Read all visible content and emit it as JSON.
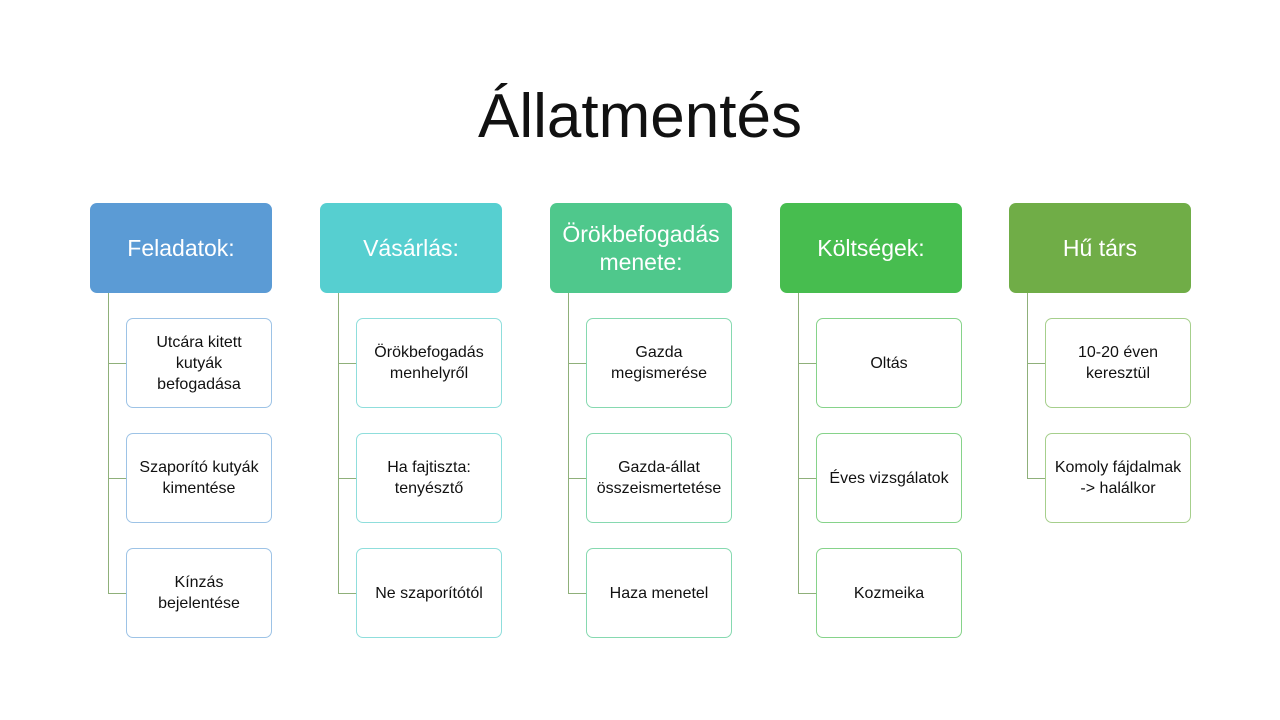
{
  "title": "Állatmentés",
  "columns": [
    {
      "header": "Feladatok:",
      "color": "#5b9bd5",
      "border": "#9dc3e6",
      "line": "#8fb07a",
      "items": [
        "Utcára kitett kutyák befogadása",
        "Szaporító kutyák kimentése",
        "Kínzás bejelentése"
      ]
    },
    {
      "header": "Vásárlás:",
      "color": "#56cfd0",
      "border": "#8fdedc",
      "line": "#8fb07a",
      "items": [
        "Örökbefogadás menhelyről",
        "Ha fajtiszta: tenyésztő",
        "Ne szaporítótól"
      ]
    },
    {
      "header": "Örökbefogadás menete:",
      "color": "#4fc88c",
      "border": "#86d9b0",
      "line": "#8fb07a",
      "items": [
        "Gazda megismerése",
        "Gazda-állat összeismertetése",
        "Haza menetel"
      ]
    },
    {
      "header": "Költségek:",
      "color": "#47bd4f",
      "border": "#86d38a",
      "line": "#8fb07a",
      "items": [
        "Oltás",
        "Éves vizsgálatok",
        "Kozmeika"
      ]
    },
    {
      "header": "Hű társ",
      "color": "#70ad47",
      "border": "#a6cf8c",
      "line": "#8fb07a",
      "items": [
        "10-20 éven keresztül",
        "Komoly fájdalmak -> halálkor"
      ]
    }
  ]
}
